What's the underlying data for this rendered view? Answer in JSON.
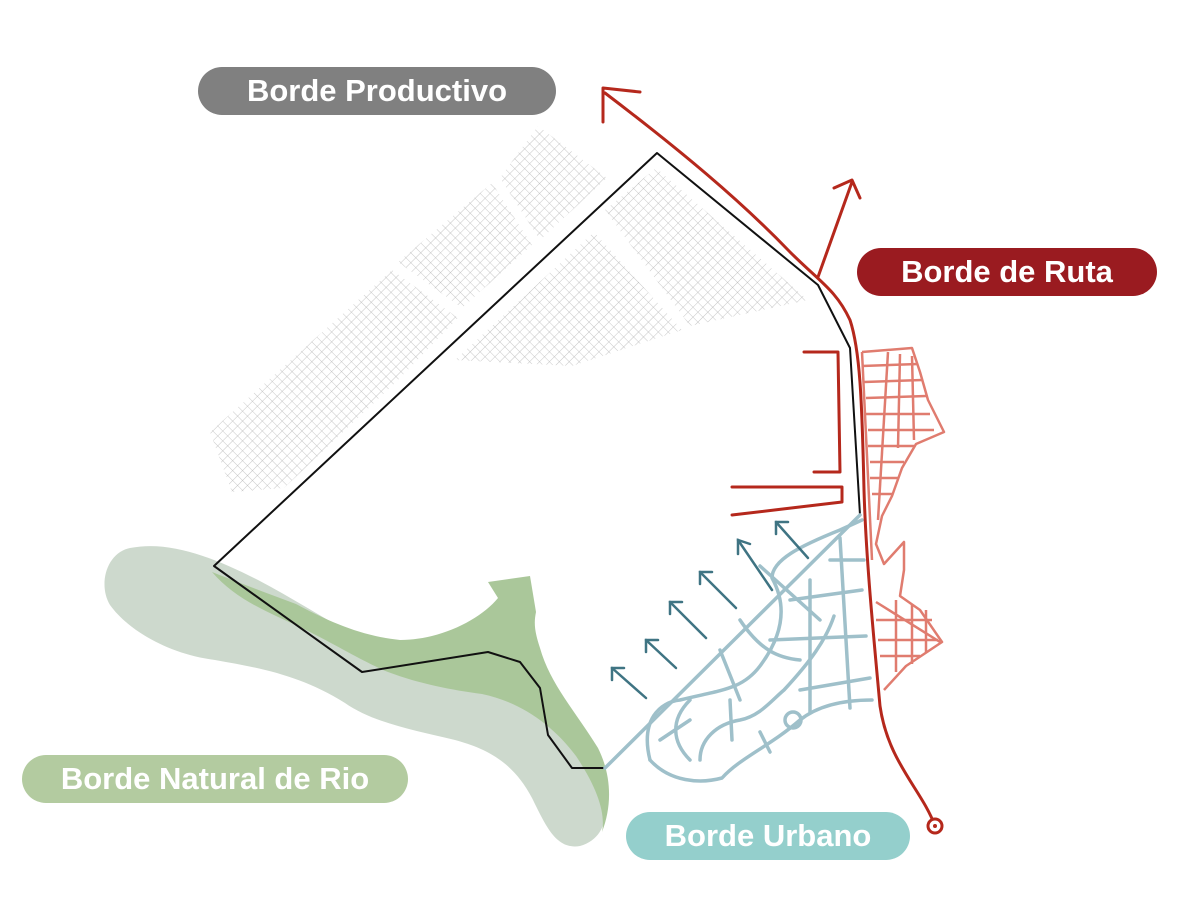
{
  "labels": {
    "productivo": "Borde Productivo",
    "ruta": "Borde de Ruta",
    "natural": "Borde Natural de Rio",
    "urbano": "Borde Urbano"
  },
  "colors": {
    "productivo": "#808080",
    "ruta": "#9a1b20",
    "ruta_line": "#b5281c",
    "natural": "#b3cba0",
    "river_light": "#cdd9cd",
    "river_dark": "#aac79a",
    "urbano": "#94cfcc",
    "urban_streets": "#9fc0ca",
    "urban_arrows": "#3f7483",
    "settlement_streets": "#e07c6f",
    "grid_fields": "#b8b8b8",
    "site_outline": "#111111"
  },
  "icons": {
    "route_arrow": "arrow-icon",
    "route_end": "circle-endpoint-icon"
  }
}
